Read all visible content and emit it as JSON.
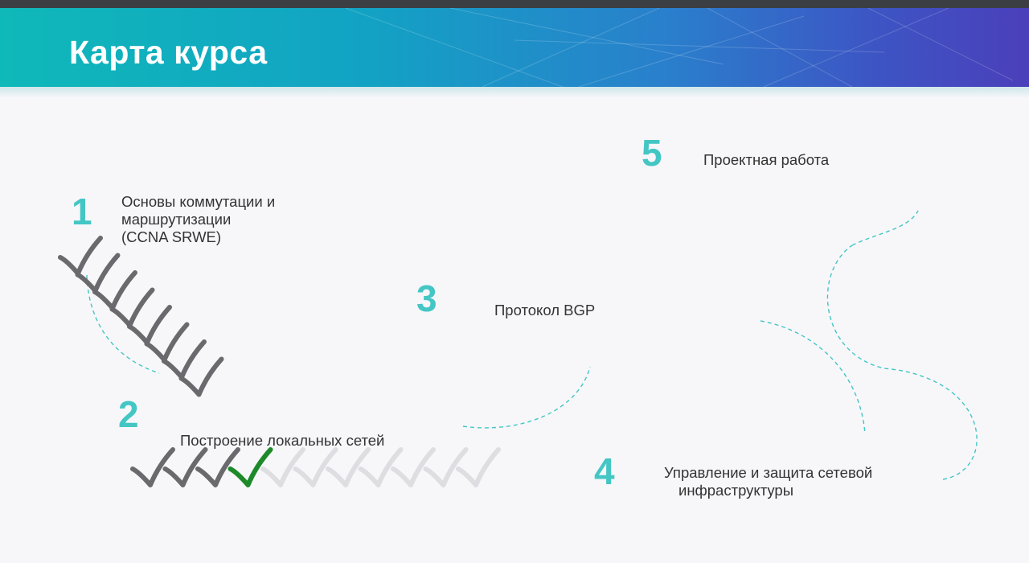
{
  "header": {
    "title": "Карта курса"
  },
  "steps": [
    {
      "number": "1",
      "label_lines": [
        "Основы коммутации и",
        "маршрутизации",
        "(CCNA SRWE)"
      ],
      "checks_done": 8,
      "checks_total": 8
    },
    {
      "number": "2",
      "label": "Построение локальных сетей",
      "checks_done": 3,
      "checks_current": 1,
      "checks_total": 11
    },
    {
      "number": "3",
      "label": "Протокол BGP"
    },
    {
      "number": "4",
      "label_lines": [
        "Управление и защита сетевой",
        "инфраструктуры"
      ]
    },
    {
      "number": "5",
      "label": "Проектная работа"
    }
  ],
  "colors": {
    "accent": "#44c6c4",
    "check_done": "#6a6a6e",
    "check_current": "#1d8a2a",
    "check_pending": "#dedee2"
  }
}
